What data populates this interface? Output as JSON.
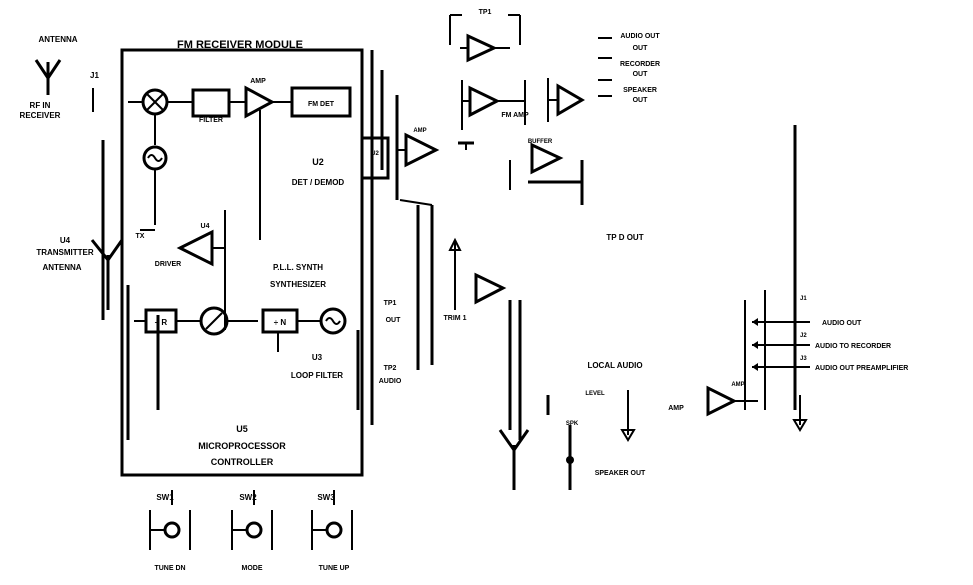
{
  "labels": {
    "fm_module": "FM RECEIVER MODULE",
    "antenna": "ANTENNA",
    "rf_in": "RF IN",
    "rf_in_sub": "RECEIVER",
    "amp_top": "AMP",
    "filt1": "FILTER",
    "filt2": "FM DET",
    "u2": "U2",
    "u2_sub": "DET / DEMOD",
    "u4": "U4",
    "u4_sub": "TRANSMITTER",
    "u4_sub2": "",
    "driver": "DRIVER",
    "pll": "P.L.L. SYNTH",
    "pll_sub": "SYNTHESIZER",
    "u3": "U3",
    "u3_sub": "LOOP FILTER",
    "u5": "U5",
    "u5_title": "MICROPROCESSOR",
    "u5_sub": "CONTROLLER",
    "tp1": "TP1",
    "tp1_sub": "OUT",
    "tp2": "TP2",
    "tp2_sub": "AUDIO",
    "freq_top": "TX",
    "audio_out_r": "AUDIO OUT",
    "audio_out_r2": "OUT",
    "rec_out": "RECORDER",
    "rec_out2": "OUT",
    "spkr_out": "SPEAKER",
    "spkr_out2": "OUT",
    "fm_amp": "FM AMP",
    "buffer": "BUFFER",
    "tp_d": "TP D OUT",
    "local_audio": "LOCAL AUDIO",
    "trim1": "TRIM 1",
    "level": "LEVEL",
    "amp_bottom": "AMP",
    "sp_out": "SPEAKER OUT",
    "spk_ref": "SPK",
    "j1": "J1",
    "j2": "J2",
    "j3": "J3",
    "audio_out": "AUDIO OUT",
    "audio_to_recorder": "AUDIO TO RECORDER",
    "audio_out_pre": "AUDIO OUT PREAMPLIFIER",
    "sw1": "SW1",
    "sw2": "SW2",
    "sw3": "SW3",
    "tune_down": "TUNE DN",
    "mode": "MODE",
    "tune_up": "TUNE UP"
  }
}
